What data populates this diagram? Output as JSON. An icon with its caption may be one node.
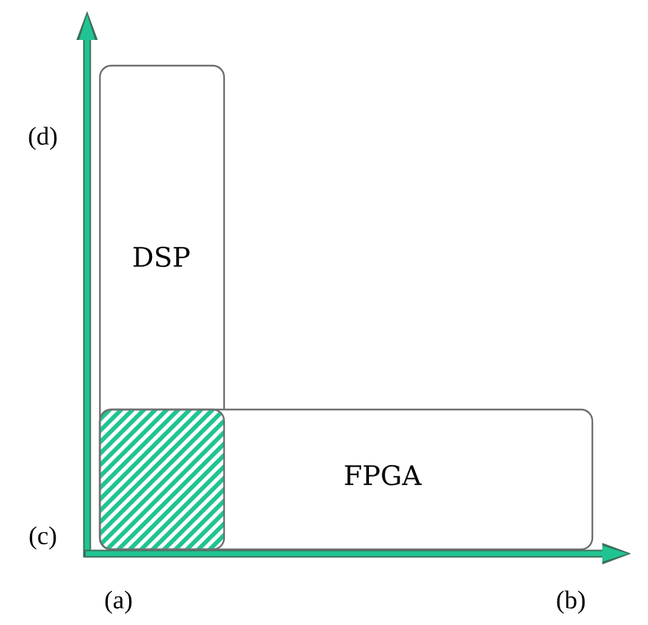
{
  "diagram": {
    "nodes": [
      {
        "text": [
          "DSP"
        ]
      },
      {
        "text": [
          "FPGA"
        ]
      },
      {
        "text": [],
        "shape": "box"
      }
    ],
    "labels": [
      "(d)",
      "(c)",
      "(a)",
      "(b)"
    ]
  }
}
